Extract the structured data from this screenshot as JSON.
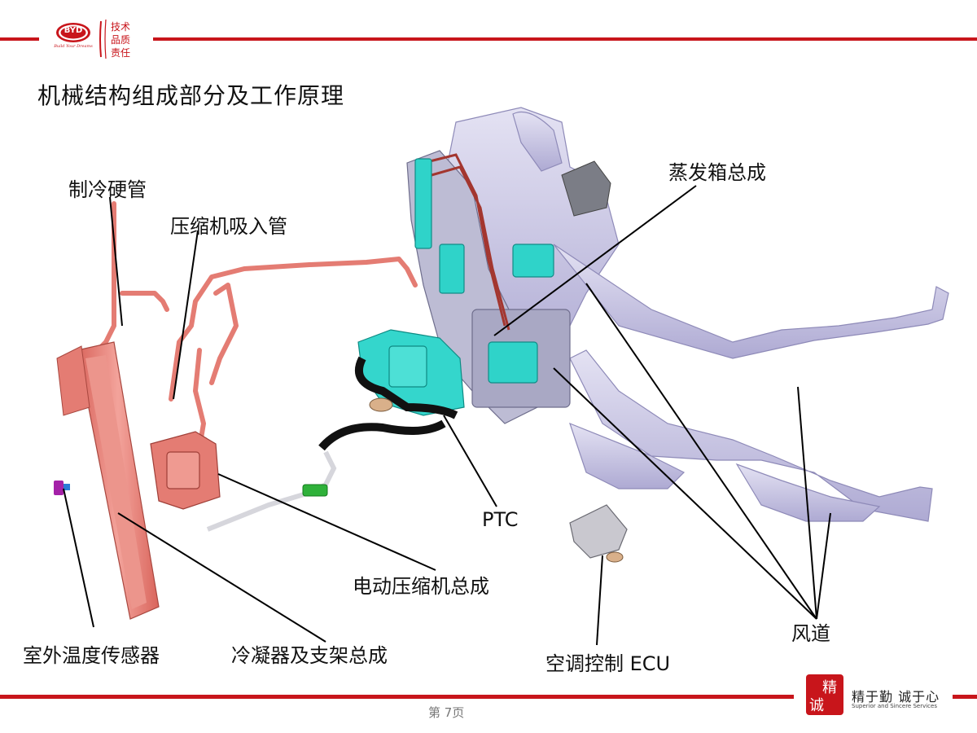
{
  "header": {
    "brand": "BYD",
    "brand_sub": "Build Your Dreams",
    "seal_text": [
      "技术",
      "品质",
      "责任"
    ],
    "title": "机械结构组成部分及工作原理"
  },
  "labels": {
    "refrigerant_pipe": "制冷硬管",
    "compressor_suction_pipe": "压缩机吸入管",
    "evaporator_assembly": "蒸发箱总成",
    "ptc": "PTC",
    "electric_compressor": "电动压缩机总成",
    "air_duct": "风道",
    "outdoor_temp_sensor": "室外温度传感器",
    "condenser_bracket": "冷凝器及支架总成",
    "ac_ecu": "空调控制 ECU"
  },
  "footer": {
    "page_label": "第 7页",
    "seal": [
      "精",
      "诚"
    ],
    "motto": "精于勤 诚于心",
    "motto_sub": "Superior and Sincere Services"
  },
  "colors": {
    "brand_red": "#c8151b",
    "duct": "#c9c5e3",
    "pipe": "#e8847c",
    "cyan_parts": "#2fd3c9"
  }
}
